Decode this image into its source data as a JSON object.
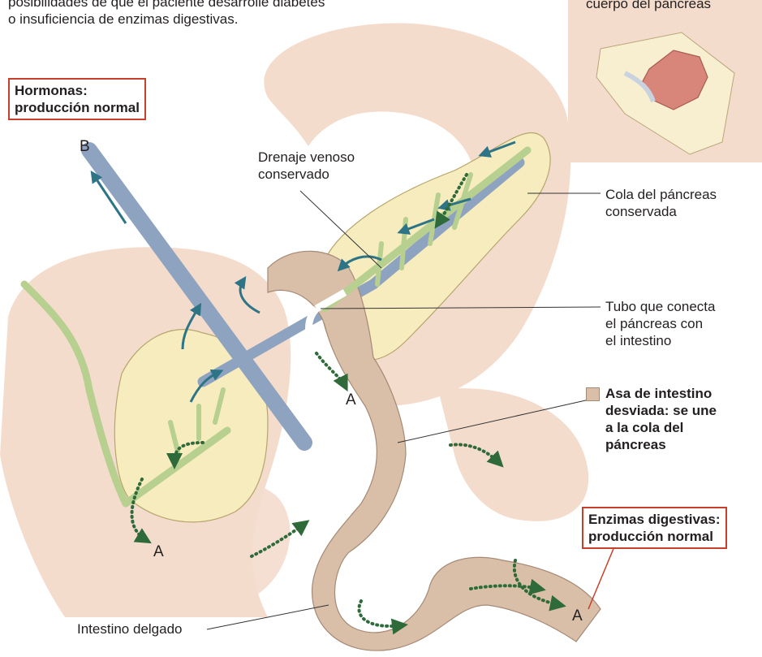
{
  "intro_text": [
    "posibilidades de que el paciente desarrolle diabetes",
    "o insuficiencia de enzimas digestivas."
  ],
  "inset_caption": "cuerpo del páncreas",
  "hormones_box": [
    "Hormonas:",
    "producción normal"
  ],
  "enzymes_box": [
    "Enzimas digestivas:",
    "producción normal"
  ],
  "labels": {
    "vein_b": "B",
    "venous_drainage": [
      "Drenaje venoso",
      "conservado"
    ],
    "pancreas_tail": [
      "Cola del páncreas",
      "conservada"
    ],
    "tube": [
      "Tubo que conecta",
      "el páncreas con",
      "el intestino"
    ],
    "diverted_loop": [
      "Asa de intestino",
      "desviada: se une",
      "a la cola del",
      "páncreas"
    ],
    "small_intestine": "Intestino delgado",
    "a_center": "A",
    "a_left": "A",
    "a_right": "A"
  },
  "colors": {
    "organ_background": "#f4dccd",
    "intestine": "#d9bfa8",
    "pancreas": "#f6ecbe",
    "vein": "#8ea3c0",
    "duct": "#b7cf8f",
    "arrow_teal": "#2d7486",
    "arrow_green": "#2f6a3a",
    "callout_border": "#c8402a"
  }
}
